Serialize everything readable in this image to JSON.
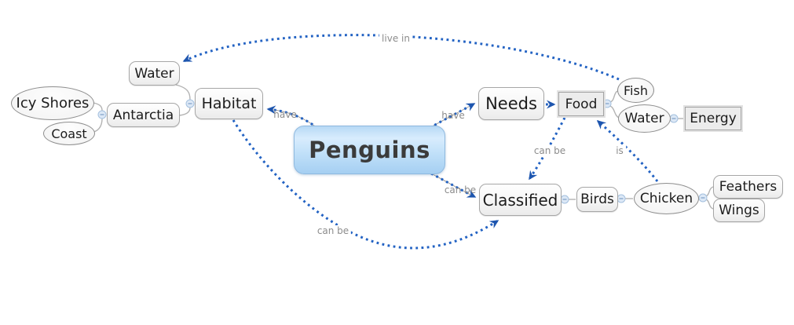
{
  "diagram": {
    "center": {
      "label": "Penguins"
    },
    "nodes": {
      "water_habitat": {
        "label": "Water",
        "shape": "rounded"
      },
      "icy_shores": {
        "label": "Icy Shores",
        "shape": "ellipse"
      },
      "coast": {
        "label": "Coast",
        "shape": "ellipse"
      },
      "antarctia": {
        "label": "Antarctia",
        "shape": "rounded"
      },
      "habitat": {
        "label": "Habitat",
        "shape": "rounded"
      },
      "needs": {
        "label": "Needs",
        "shape": "rounded"
      },
      "food": {
        "label": "Food",
        "shape": "rect"
      },
      "fish": {
        "label": "Fish",
        "shape": "ellipse"
      },
      "water_food": {
        "label": "Water",
        "shape": "ellipse"
      },
      "energy": {
        "label": "Energy",
        "shape": "rect"
      },
      "classified": {
        "label": "Classified",
        "shape": "rounded"
      },
      "birds": {
        "label": "Birds",
        "shape": "rounded"
      },
      "chicken": {
        "label": "Chicken",
        "shape": "ellipse"
      },
      "feathers": {
        "label": "Feathers",
        "shape": "rounded"
      },
      "wings": {
        "label": "Wings",
        "shape": "rounded"
      }
    },
    "edges": [
      {
        "from": "Penguins",
        "to": "Habitat",
        "label": "have"
      },
      {
        "from": "Penguins",
        "to": "Needs",
        "label": "have"
      },
      {
        "from": "Penguins",
        "to": "Classified",
        "label": "can be"
      },
      {
        "from": "Needs",
        "to": "Food",
        "label": ""
      },
      {
        "from": "Fish",
        "to": "Water",
        "label": "live in"
      },
      {
        "from": "Food",
        "to": "Classified",
        "label": "can be"
      },
      {
        "from": "Chicken",
        "to": "Food",
        "label": "is"
      },
      {
        "from": "Habitat",
        "to": "Classified",
        "label": "can be"
      }
    ],
    "colors": {
      "relation_blue": "#2262c3",
      "arrow_blue": "#1d55ae",
      "tree_gray": "#b3b3b3",
      "node_border": "#a6a6a6",
      "label_gray": "#8c8c8c",
      "center_fill_top": "#d8ecfd",
      "center_fill_bottom": "#a5cff2"
    }
  }
}
